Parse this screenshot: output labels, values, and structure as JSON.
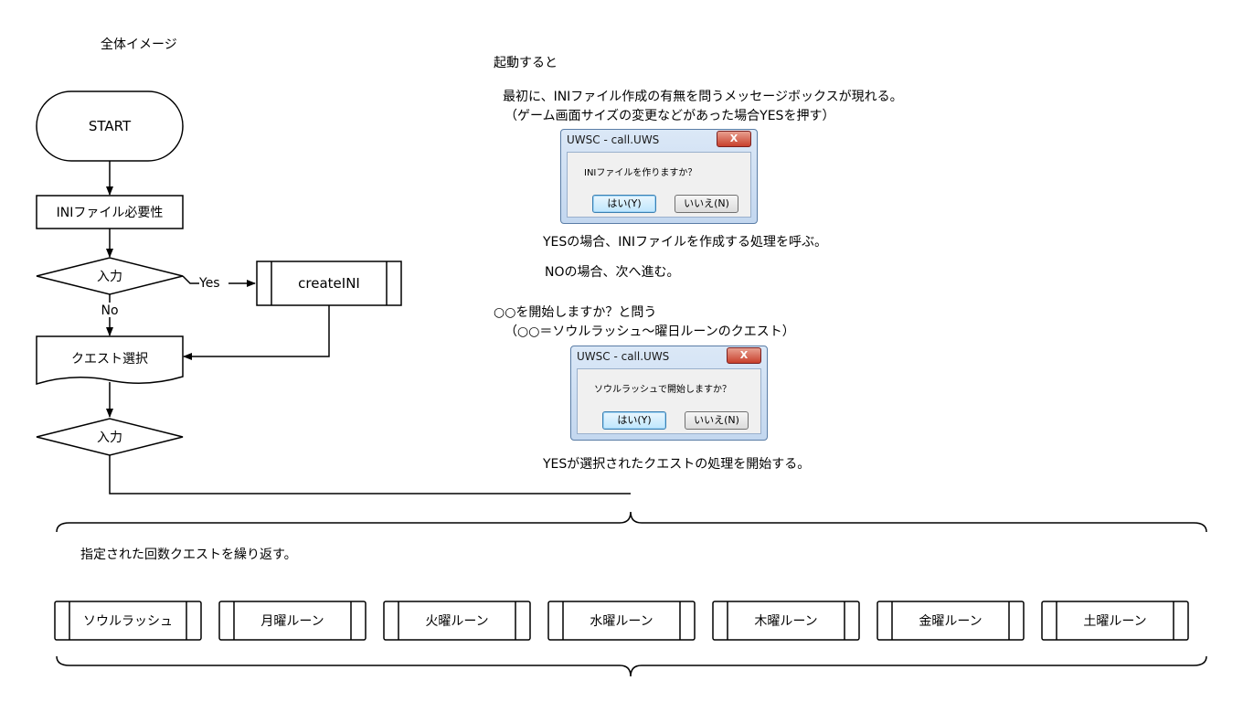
{
  "heading": "全体イメージ",
  "flowchart": {
    "start": "START",
    "ini_check": "INIファイル必要性",
    "decision_1": "入力",
    "yes_label": "Yes",
    "no_label": "No",
    "create_ini": "createINI",
    "quest_select": "クエスト選択",
    "decision_2": "入力"
  },
  "notes": {
    "on_start": "起動すると",
    "ini_line1": "最初に、INIファイル作成の有無を問うメッセージボックスが現れる。",
    "ini_line2": "（ゲーム画面サイズの変更などがあった場合YESを押す）",
    "yes_ini": "YESの場合、INIファイルを作成する処理を呼ぶ。",
    "no_ini": "NOの場合、次へ進む。",
    "quest_line1": "○○を開始しますか？と問う",
    "quest_line2": "（○○＝ソウルラッシュ～曜日ルーンのクエスト）",
    "yes_quest": "YESが選択されたクエストの処理を開始する。"
  },
  "dialogs": [
    {
      "title": "UWSC - call.UWS",
      "message": "INIファイルを作りますか？",
      "yes": "はい(Y)",
      "no": "いいえ(N)",
      "close": "X"
    },
    {
      "title": "UWSC - call.UWS",
      "message": "ソウルラッシュで開始しますか？",
      "yes": "はい(Y)",
      "no": "いいえ(N)",
      "close": "X"
    }
  ],
  "repeat_label": "指定された回数クエストを繰り返す。",
  "quests": [
    "ソウルラッシュ",
    "月曜ルーン",
    "火曜ルーン",
    "水曜ルーン",
    "木曜ルーン",
    "金曜ルーン",
    "土曜ルーン"
  ]
}
